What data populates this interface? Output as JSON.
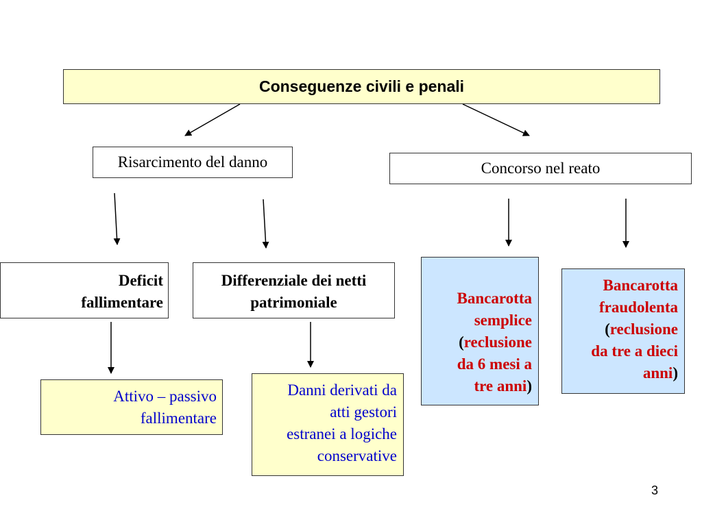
{
  "title": "Conseguenze civili e penali",
  "nodes": {
    "risarcimento": "Risarcimento del danno",
    "concorso": "Concorso nel reato",
    "deficit": [
      "Deficit",
      "fallimentare"
    ],
    "differenziale": [
      "Differenziale dei netti",
      "patrimoniale"
    ],
    "attivo": [
      "Attivo – passivo",
      "fallimentare"
    ],
    "danni": [
      "Danni derivati da",
      "atti gestori",
      "estranei a logiche",
      "conservative"
    ],
    "bancarotta_semplice": {
      "lines": [
        "Bancarotta",
        "semplice"
      ],
      "open_paren": "(",
      "detail_1": "reclusione",
      "detail_2": "da 6 mesi a",
      "detail_3": "tre anni",
      "close_paren": ")"
    },
    "bancarotta_fraudolenta": {
      "lines": [
        "Bancarotta",
        "fraudolenta"
      ],
      "open_paren": "(",
      "detail_1": "reclusione",
      "detail_2": "da tre a dieci",
      "detail_3": "anni",
      "close_paren": ")"
    }
  },
  "colors": {
    "title_fill": "#ffffcc",
    "penal_fill": "#cce6ff",
    "penal_text": "#cc0000",
    "leaf_text": "#0000cc"
  },
  "page_number": "3"
}
